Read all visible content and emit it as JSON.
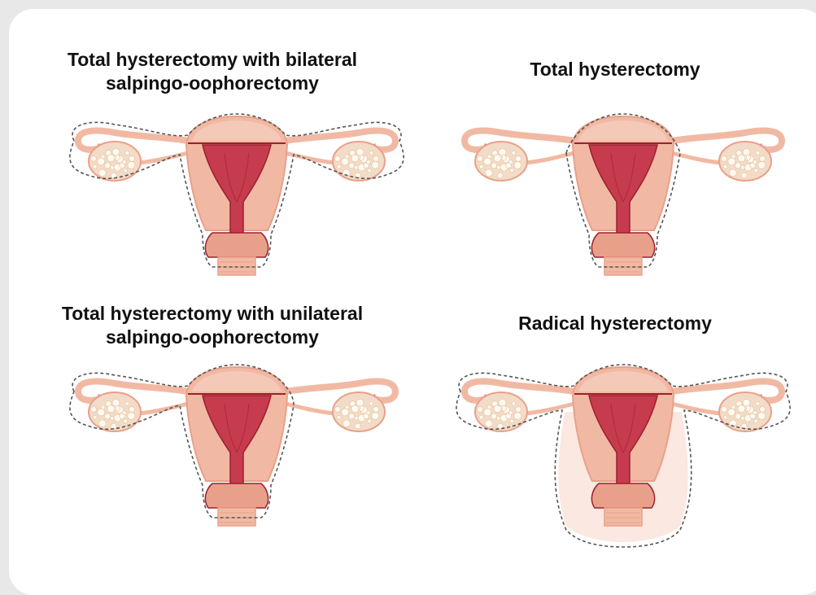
{
  "panels": [
    {
      "id": "tbso",
      "title": "Total hysterectomy with bilateral\nsalpingo-oophorectomy",
      "removed": [
        "uterus",
        "cervix",
        "left-tube",
        "right-tube",
        "left-ovary",
        "right-ovary"
      ]
    },
    {
      "id": "th",
      "title": "Total hysterectomy",
      "removed": [
        "uterus",
        "cervix"
      ]
    },
    {
      "id": "tuso",
      "title": "Total hysterectomy with unilateral\nsalpingo-oophorectomy",
      "removed": [
        "uterus",
        "cervix",
        "left-tube",
        "left-ovary"
      ]
    },
    {
      "id": "rh",
      "title": "Radical hysterectomy",
      "removed": [
        "uterus",
        "cervix",
        "left-tube",
        "right-tube",
        "upper-vagina",
        "parametrium"
      ]
    }
  ],
  "colors": {
    "background": "#e8e8e9",
    "card": "#ffffff",
    "tissue_outer": "#f1b9a3",
    "tissue_mid": "#e9a08a",
    "cavity": "#c63b4d",
    "cavity_dark": "#9a2030",
    "ovary": "#f3dcc7",
    "dashed_line": "#555555"
  }
}
